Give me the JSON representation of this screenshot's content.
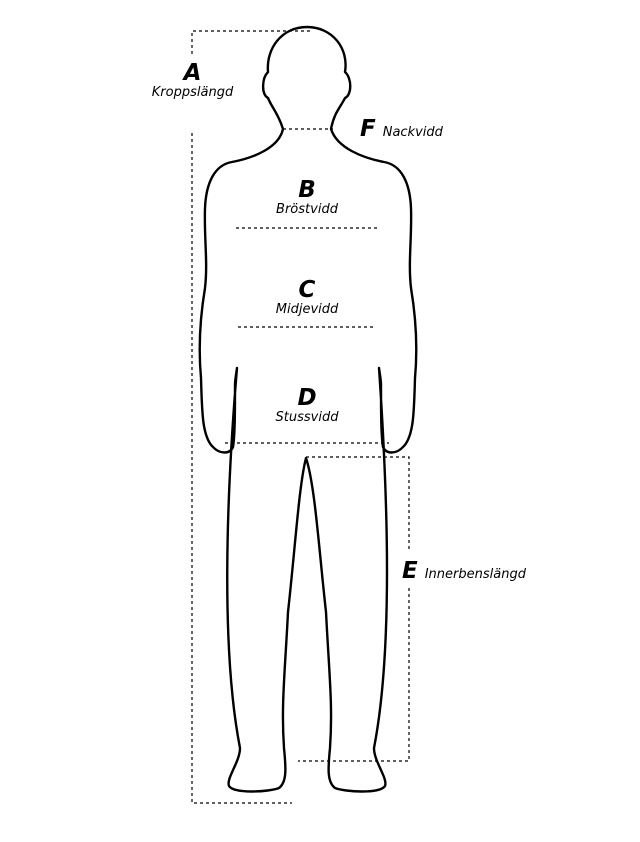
{
  "measurements": {
    "a": {
      "letter": "A",
      "name": "Kroppslängd"
    },
    "b": {
      "letter": "B",
      "name": "Bröstvidd"
    },
    "c": {
      "letter": "C",
      "name": "Midjevidd"
    },
    "d": {
      "letter": "D",
      "name": "Stussvidd"
    },
    "e": {
      "letter": "E",
      "name": "Innerbenslängd"
    },
    "f": {
      "letter": "F",
      "name": "Nackvidd"
    }
  },
  "colors": {
    "outline": "#000000",
    "background": "#ffffff"
  }
}
